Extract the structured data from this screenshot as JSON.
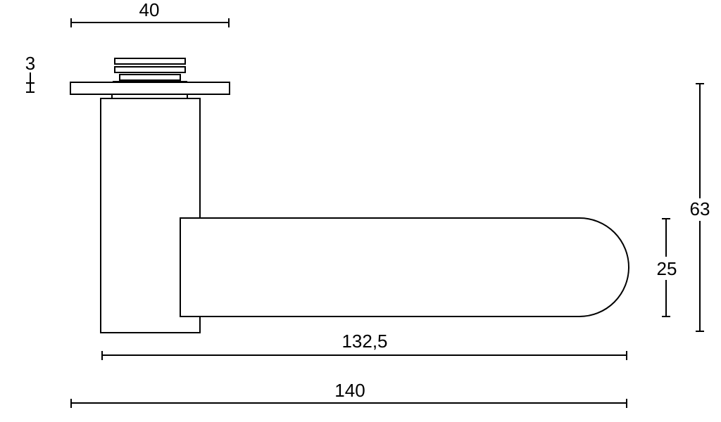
{
  "drawing": {
    "dimensions": {
      "rose_width": "40",
      "rose_thickness": "3",
      "lever_height": "25",
      "overall_height": "63",
      "lever_length": "132,5",
      "overall_length": "140"
    }
  },
  "colors": {
    "line": "#000000",
    "background": "#ffffff"
  }
}
